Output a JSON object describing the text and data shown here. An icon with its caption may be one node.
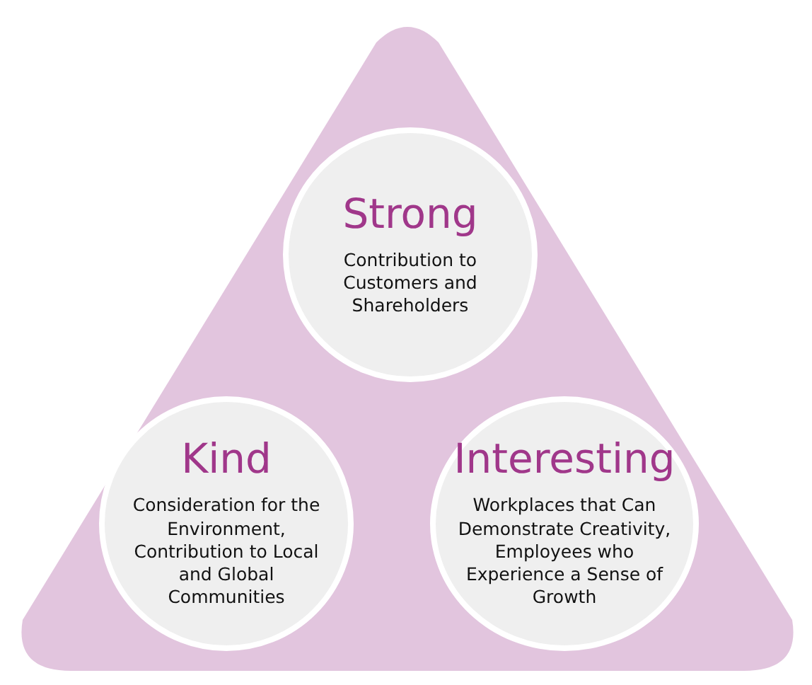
{
  "diagram": {
    "nodes": [
      {
        "text": [],
        "shape": "triangle"
      },
      {
        "text": [
          "Strong",
          "Contribution to Customers and Shareholders"
        ],
        "in": 0
      },
      {
        "text": [
          "Kind",
          "Consideration for the Environment, Contribution to Local and Global Communities"
        ],
        "in": 0
      },
      {
        "text": [
          "Interesting",
          "Workplaces that Can Demonstrate Creativity, Employees who Experience a Sense of Growth"
        ],
        "in": 0
      }
    ]
  }
}
